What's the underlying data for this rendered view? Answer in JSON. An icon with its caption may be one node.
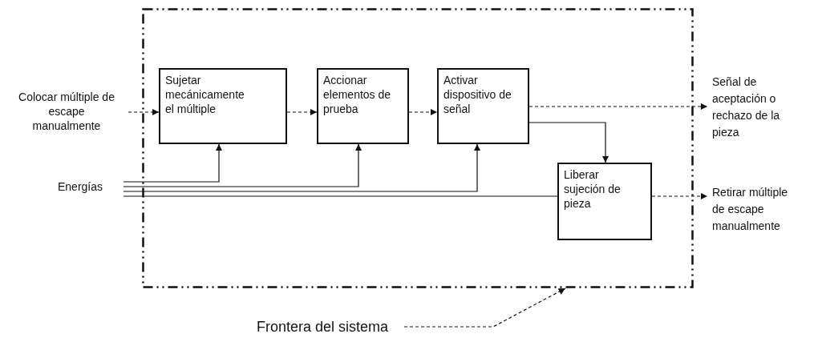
{
  "diagram": {
    "nodes": [
      {
        "text": [],
        "shape": "box"
      },
      {
        "text": [
          "Sujetar mecánicamente el múltiple"
        ],
        "in": 0
      },
      {
        "text": [
          "Accionar elementos de prueba"
        ],
        "in": 0
      },
      {
        "text": [
          "Activar dispositivo de señal"
        ],
        "in": 0
      },
      {
        "text": [
          "Liberar sujeción de pieza"
        ],
        "in": 0
      },
      {
        "text": [
          "Colocar múltiple de escape manualmente"
        ]
      },
      {
        "text": [
          "Energías"
        ]
      },
      {
        "text": [
          "Señal de aceptación o rechazo de la pieza"
        ]
      },
      {
        "text": [
          "Retirar múltiple de escape manualmente"
        ]
      },
      {
        "text": [
          "Frontera del sistema"
        ]
      }
    ],
    "edges": [
      {
        "from": 5,
        "to": 1,
        "arrow": "to",
        "style": "dashed"
      },
      {
        "from": 1,
        "to": 2,
        "arrow": "to",
        "style": "dashed"
      },
      {
        "from": 2,
        "to": 3,
        "arrow": "to",
        "style": "dashed"
      },
      {
        "from": 3,
        "to": 7,
        "arrow": "to",
        "style": "dashed"
      },
      {
        "from": 3,
        "to": 4,
        "arrow": "to"
      },
      {
        "from": 6,
        "to": 1,
        "arrow": "to"
      },
      {
        "from": 6,
        "to": 2,
        "arrow": "to"
      },
      {
        "from": 6,
        "to": 3,
        "arrow": "to"
      },
      {
        "from": 6,
        "to": 4,
        "arrow": "none"
      },
      {
        "from": 4,
        "to": 8,
        "arrow": "to",
        "style": "dashed"
      },
      {
        "from": 9,
        "to": 0,
        "arrow": "to",
        "style": "dashed"
      }
    ]
  }
}
